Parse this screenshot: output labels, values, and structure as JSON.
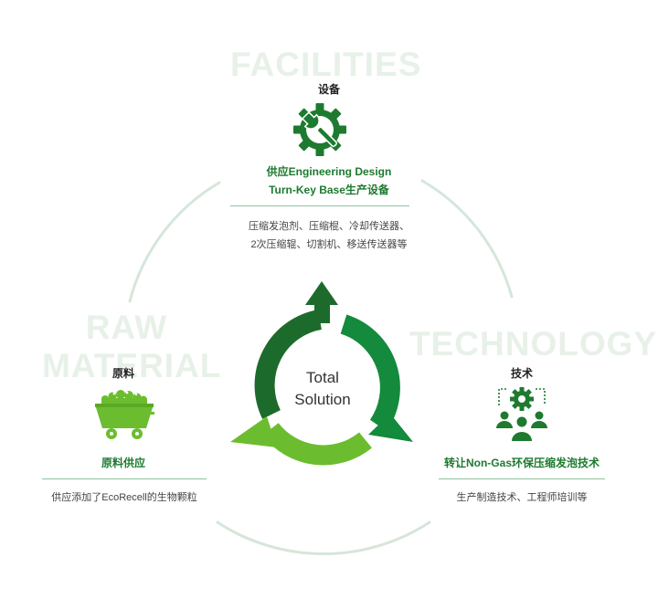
{
  "colors": {
    "dark_green": "#1d6b2c",
    "mid_green": "#138a3c",
    "light_green": "#6bbd2f",
    "circle_gray": "#d6e6da",
    "watermark": "#e7f1e8",
    "title_green": "#1d7a2f"
  },
  "center": {
    "line1": "Total",
    "line2": "Solution"
  },
  "facilities": {
    "watermark": "FACILITIES",
    "heading": "设备",
    "icon": "gear-wrench-icon",
    "title_line1": "供应Engineering Design",
    "title_line2": "Turn-Key Base生产设备",
    "desc_line1": "压缩发泡剂、压缩棍、冷却传送器、",
    "desc_line2": "2次压缩辊、切割机、移送传送器等"
  },
  "raw_material": {
    "watermark_line1": "RAW",
    "watermark_line2": "MATERIAL",
    "heading": "原料",
    "icon": "mine-cart-icon",
    "title": "原料供应",
    "desc": "供应添加了EcoRecell的生物颗粒"
  },
  "technology": {
    "watermark": "TECHNOLOGY",
    "heading": "技术",
    "icon": "team-gear-icon",
    "title": "转让Non-Gas环保压缩发泡技术",
    "desc": "生产制造技术、工程师培训等"
  }
}
